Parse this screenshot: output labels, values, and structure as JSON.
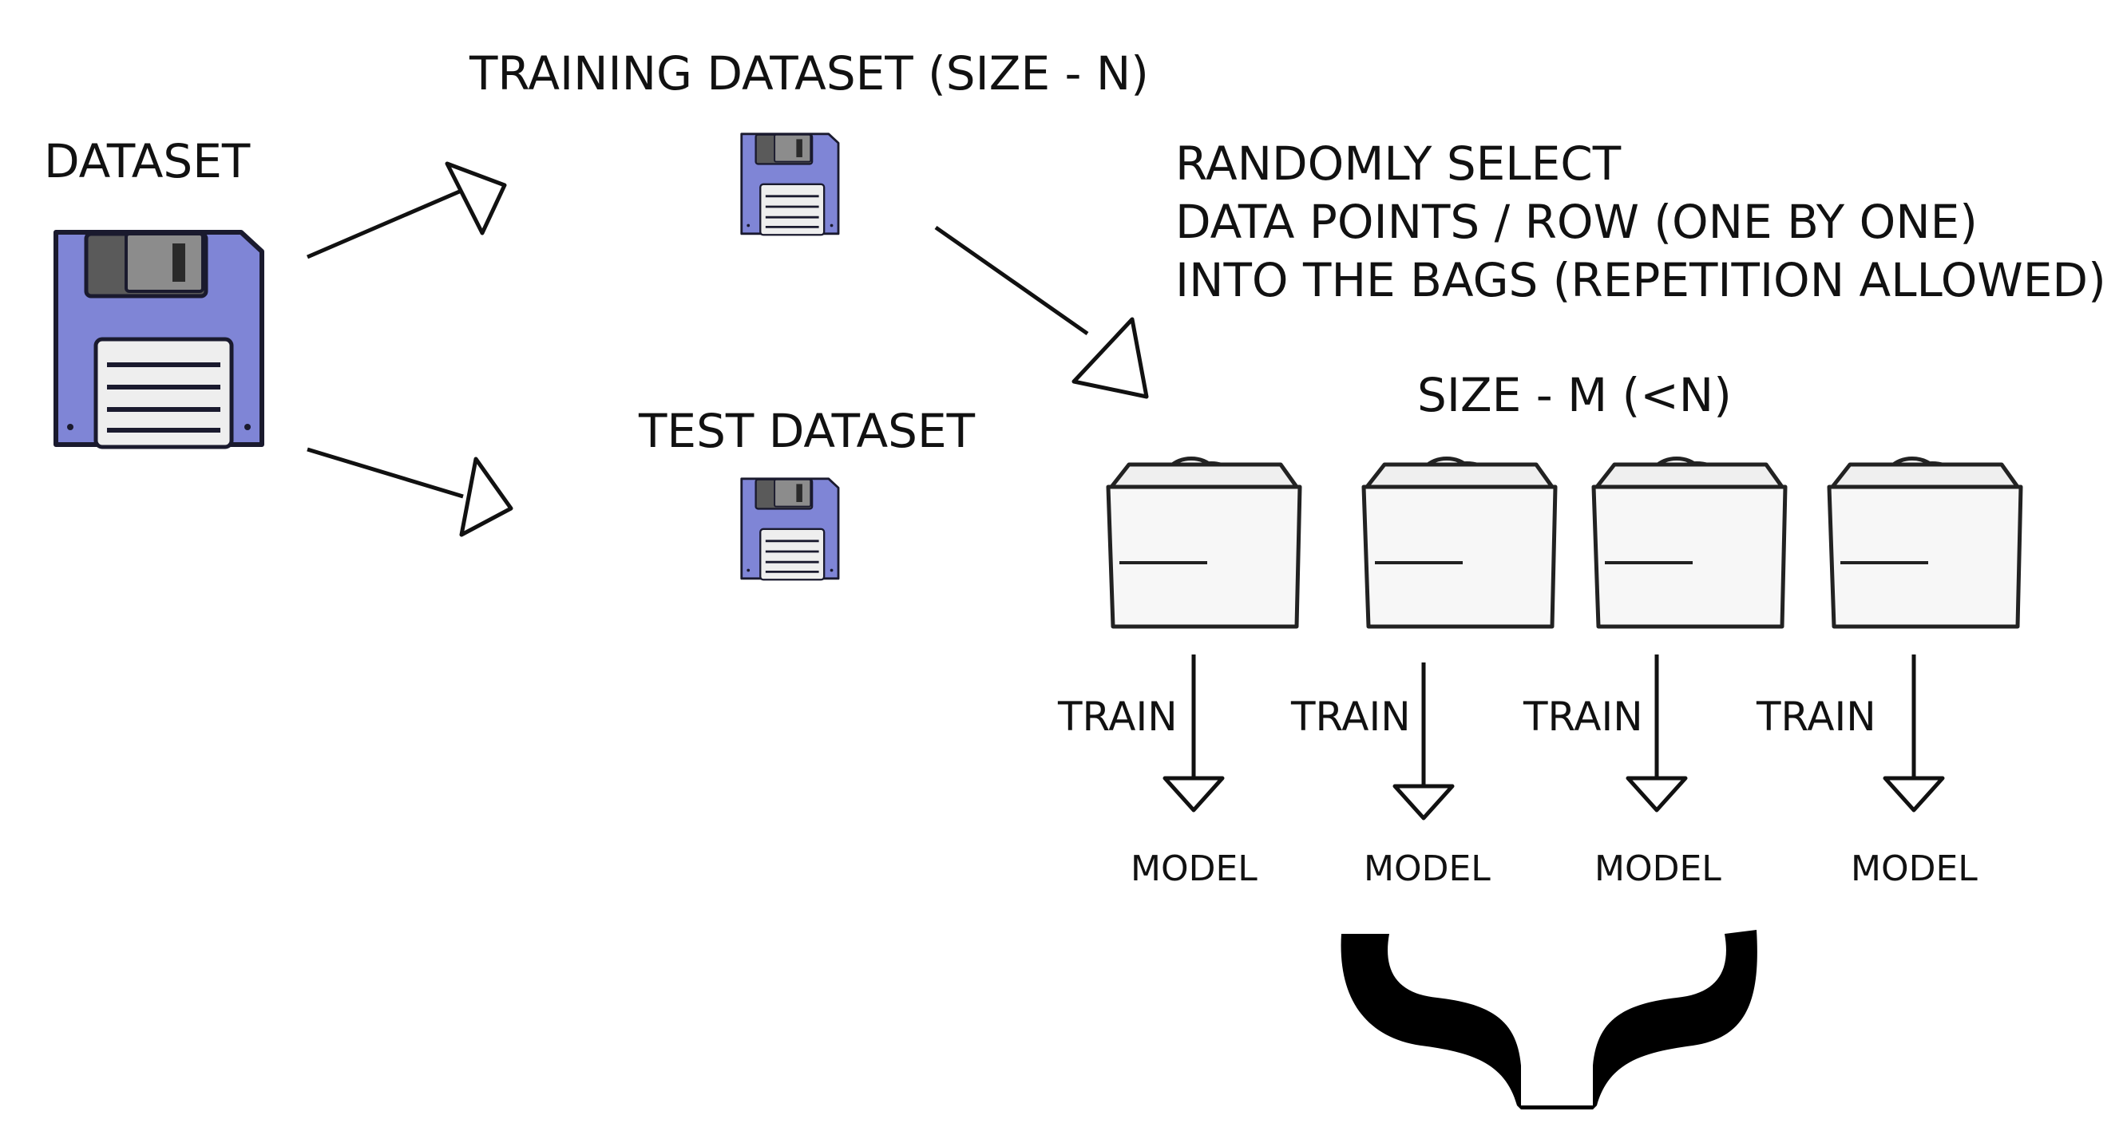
{
  "labels": {
    "dataset": "DATASET",
    "training_dataset": "TRAINING DATASET (SIZE - N)",
    "test_dataset": "TEST DATASET",
    "instruction_line1": "RANDOMLY SELECT",
    "instruction_line2": "DATA POINTS / ROW (ONE BY ONE)",
    "instruction_line3": "INTO THE BAGS (REPETITION ALLOWED)",
    "bag_size": "SIZE - M (<N)"
  },
  "bags": [
    {
      "train_label": "TRAIN",
      "model_label": "MODEL"
    },
    {
      "train_label": "TRAIN",
      "model_label": "MODEL"
    },
    {
      "train_label": "TRAIN",
      "model_label": "MODEL"
    },
    {
      "train_label": "TRAIN",
      "model_label": "MODEL"
    }
  ],
  "colors": {
    "floppy_body": "#7f85d6",
    "floppy_shutter": "#5a5a5a",
    "floppy_label": "#eeeeee",
    "bag_fill": "#f7f7f7",
    "ink": "#111111"
  },
  "icons": [
    "floppy-disk-icon",
    "shopping-bag-icon",
    "arrow-icon",
    "curly-brace-icon"
  ]
}
